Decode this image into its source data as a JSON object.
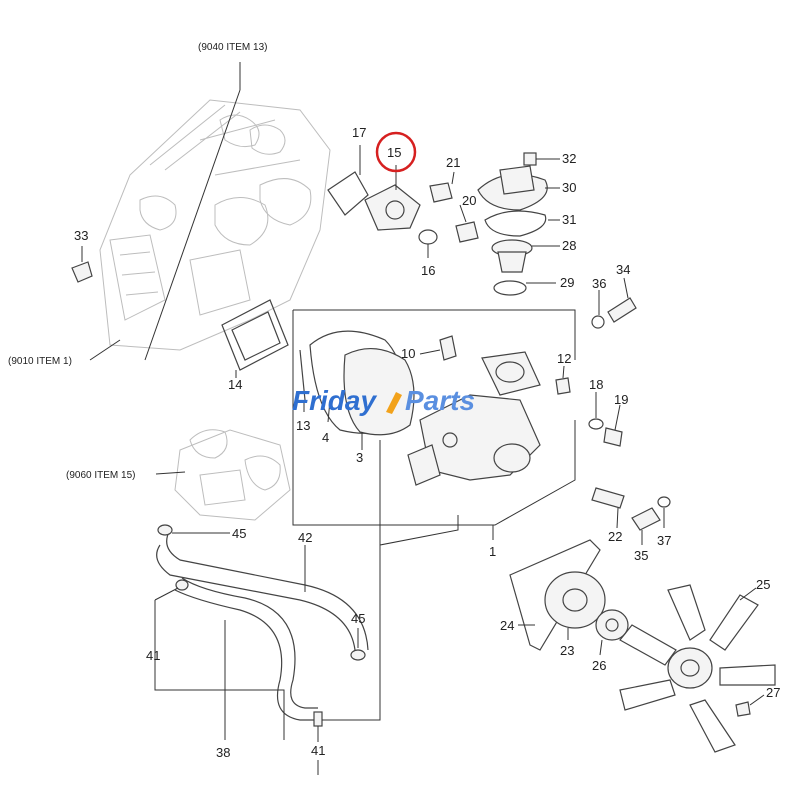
{
  "watermark": {
    "text_a": "Friday",
    "text_b": "Parts",
    "color_a": "#2f6fd0",
    "color_b": "#5a8fe0",
    "accent": "#f2a21b"
  },
  "highlight_color": "#d62020",
  "references": {
    "block": "(9040 ITEM 13)",
    "lower_block": "(9010 ITEM 1)",
    "pump_assy": "(9060 ITEM 15)"
  },
  "callouts": {
    "c1": "1",
    "c3": "3",
    "c4": "4",
    "c10": "10",
    "c12": "12",
    "c13": "13",
    "c14": "14",
    "c15": "15",
    "c16": "16",
    "c17": "17",
    "c18": "18",
    "c19": "19",
    "c20": "20",
    "c21": "21",
    "c22": "22",
    "c23": "23",
    "c24": "24",
    "c25": "25",
    "c26": "26",
    "c27": "27",
    "c28": "28",
    "c29": "29",
    "c30": "30",
    "c31": "31",
    "c32": "32",
    "c33": "33",
    "c34": "34",
    "c35": "35",
    "c36": "36",
    "c37": "37",
    "c38": "38",
    "c41a": "41",
    "c41b": "41",
    "c42": "42",
    "c45a": "45",
    "c45b": "45"
  }
}
